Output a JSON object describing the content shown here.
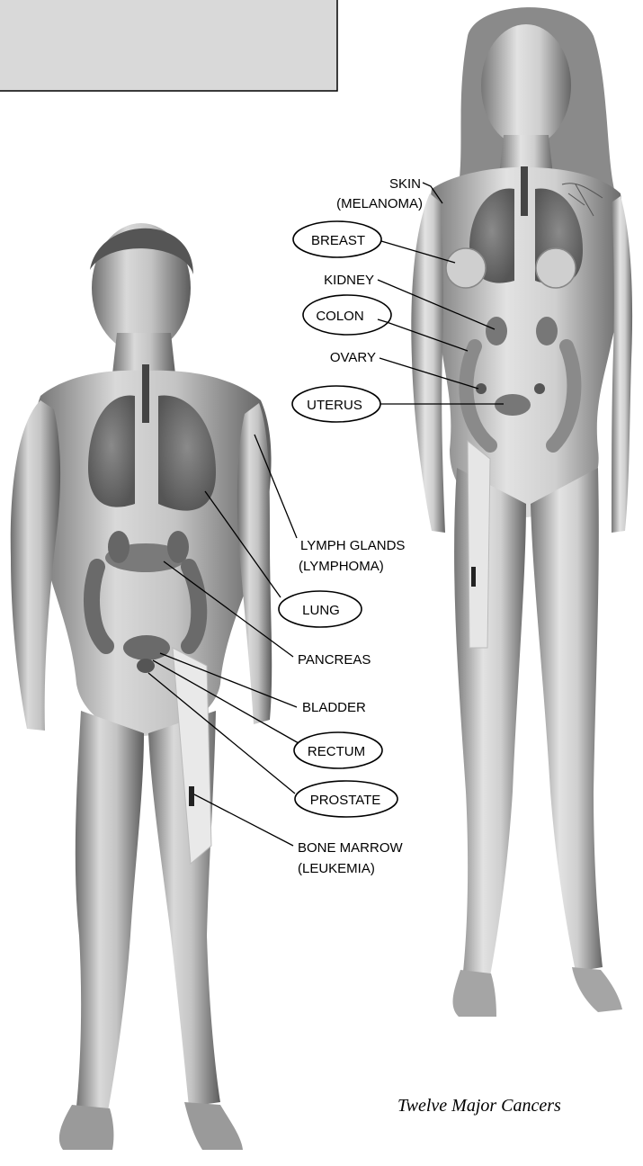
{
  "labels": {
    "skin": "SKIN",
    "melanoma": "(MELANOMA)",
    "breast": "BREAST",
    "kidney": "KIDNEY",
    "colon": "COLON",
    "ovary": "OVARY",
    "uterus": "UTERUS",
    "lymph_glands": "LYMPH GLANDS",
    "lymphoma": "(LYMPHOMA)",
    "lung": "LUNG",
    "pancreas": "PANCREAS",
    "bladder": "BLADDER",
    "rectum": "RECTUM",
    "prostate": "PROSTATE",
    "bone_marrow": "BONE MARROW",
    "leukemia": "(LEUKEMIA)"
  },
  "caption": "Twelve Major Cancers"
}
